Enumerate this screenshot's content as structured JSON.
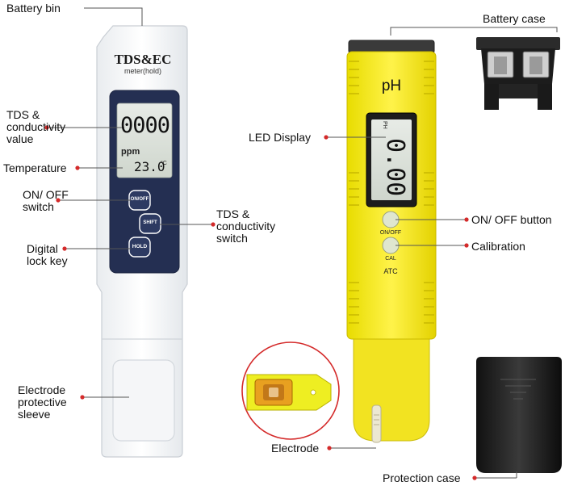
{
  "accent_color": "#d42a2a",
  "tds_meter": {
    "brand_title": "TDS&EC",
    "subtitle": "meter(hold)",
    "display_reading": "0000",
    "display_unit": "ppm",
    "temperature_reading": "23.0",
    "temperature_unit": "°C",
    "buttons": [
      "ON/OFF",
      "SHIFT",
      "HOLD"
    ]
  },
  "ph_meter": {
    "title": "pH",
    "display_indicator": "PH",
    "display_reading": "0.00",
    "buttons": [
      "ON/OFF",
      "CAL"
    ],
    "atc_label": "ATC"
  },
  "callouts": {
    "battery_bin": "Battery bin",
    "battery_case": "Battery case",
    "tds_conductivity_value": "TDS &\nconductivity\nvalue",
    "temperature": "Temperature",
    "on_off_switch": "ON/ OFF\nswitch",
    "tds_conductivity_switch": "TDS &\nconductivity\nswitch",
    "digital_lock_key": "Digital\nlock key",
    "led_display": "LED Display",
    "on_off_button": "ON/ OFF button",
    "calibration": "Calibration",
    "electrode_protective_sleeve": "Electrode\nprotective\nsleeve",
    "electrode": "Electrode",
    "protection_case": "Protection case"
  }
}
